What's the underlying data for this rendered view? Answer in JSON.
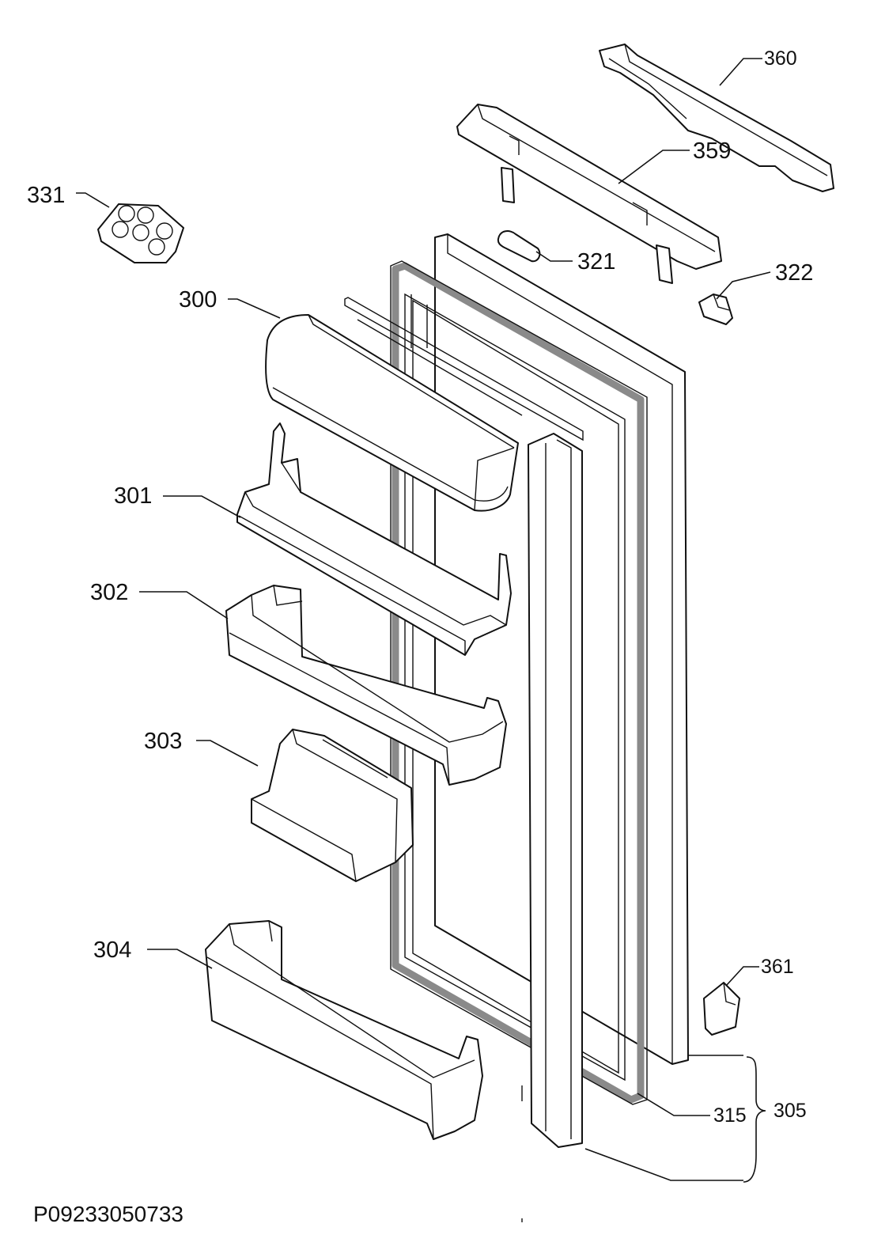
{
  "labels": {
    "p300": "300",
    "p301": "301",
    "p302": "302",
    "p303": "303",
    "p304": "304",
    "p305": "305",
    "p315": "315",
    "p321": "321",
    "p322": "322",
    "p331": "331",
    "p359": "359",
    "p360": "360",
    "p361": "361"
  },
  "document_id": "P09233050733"
}
